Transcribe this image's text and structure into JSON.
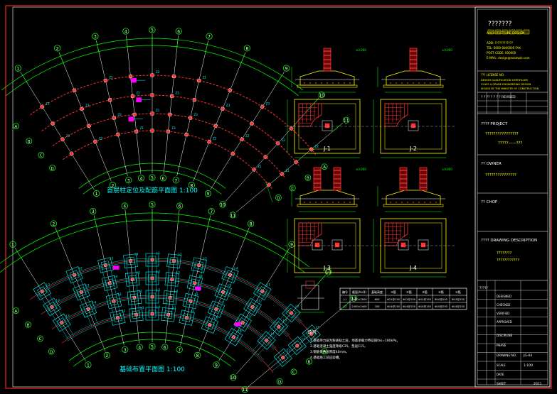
{
  "plans": {
    "top_title": "首层柱定位及配筋平面图 1:100",
    "bottom_title": "基础布置平面图 1:100",
    "axis_labels": [
      "1",
      "2",
      "3",
      "4",
      "5",
      "6",
      "7",
      "8",
      "9",
      "10",
      "11"
    ],
    "ring_labels": [
      "A",
      "B",
      "C",
      "D"
    ]
  },
  "sections": {
    "labels": [
      "J-1",
      "J-2",
      "J-3",
      "J-4"
    ]
  },
  "schedule": {
    "headers": [
      "编号",
      "截面(A×B)",
      "基础高度",
      "①筋",
      "②筋",
      "③筋",
      "④筋",
      "⑤筋"
    ],
    "rows": [
      [
        "J-1",
        "2000×2000",
        "600",
        "Φ12@150",
        "Φ12@150",
        "Φ12@150",
        "Φ10@200",
        "Φ12@150"
      ],
      [
        "J-2",
        "2400×2400",
        "700",
        "Φ14@150",
        "Φ14@150",
        "Φ14@150",
        "Φ10@200",
        "Φ14@150"
      ]
    ]
  },
  "notes": {
    "heading": "说明：",
    "lines": [
      "1.基础持力层为粉质粘土层，地基承载力特征值fak=180kPa。",
      "2.基础混凝土强度等级C25，垫层C15。",
      "3.钢筋保护层厚度40mm。",
      "4.基础施工前应验槽。"
    ]
  },
  "title_block": {
    "company_title": "???????",
    "company_sub": "ARCHITECTURE DESIGN",
    "company_info": [
      "ADD: ????????????",
      "TEL: 0000-0000000  FAX",
      "POST CODE: 000000",
      "E-MAIL: design@example.com"
    ],
    "license": "??? LICENSE NO.",
    "license_lines": [
      "DESIGN QUALIFICATION CERTIFICATE",
      "CLASS A GRADE ENGINEERING DESIGN",
      "ISSUED BY THE MINISTRY OF CONSTRUCTION"
    ],
    "rev_header": "? ?  ??   ? ? ? ?   REVISED",
    "project_label": "????   PROJECT",
    "project_name": "????????????????",
    "project_sub": "?????——???",
    "owner_label": "??   OWNER",
    "owner_name": "???????????????",
    "chop_label": "??   CHOP",
    "desc_label": "????   DRAWING DESCRIPTION",
    "desc_lines": [
      "????????",
      "????????????"
    ],
    "sign_label": "?????",
    "sign_rows": [
      "DESIGNED",
      "CHECKED",
      "VERIFIED",
      "APPROVED"
    ],
    "discipline": "DISCIPLINE",
    "phase": "PHASE",
    "drawing_no": "DRAWING NO.",
    "drawing_no_value": "JG-04",
    "scale": "SCALE",
    "scale_value": "1:100",
    "date": "DATE",
    "date_value": "",
    "sheet": "SHEET",
    "sheet_value": "2011"
  }
}
